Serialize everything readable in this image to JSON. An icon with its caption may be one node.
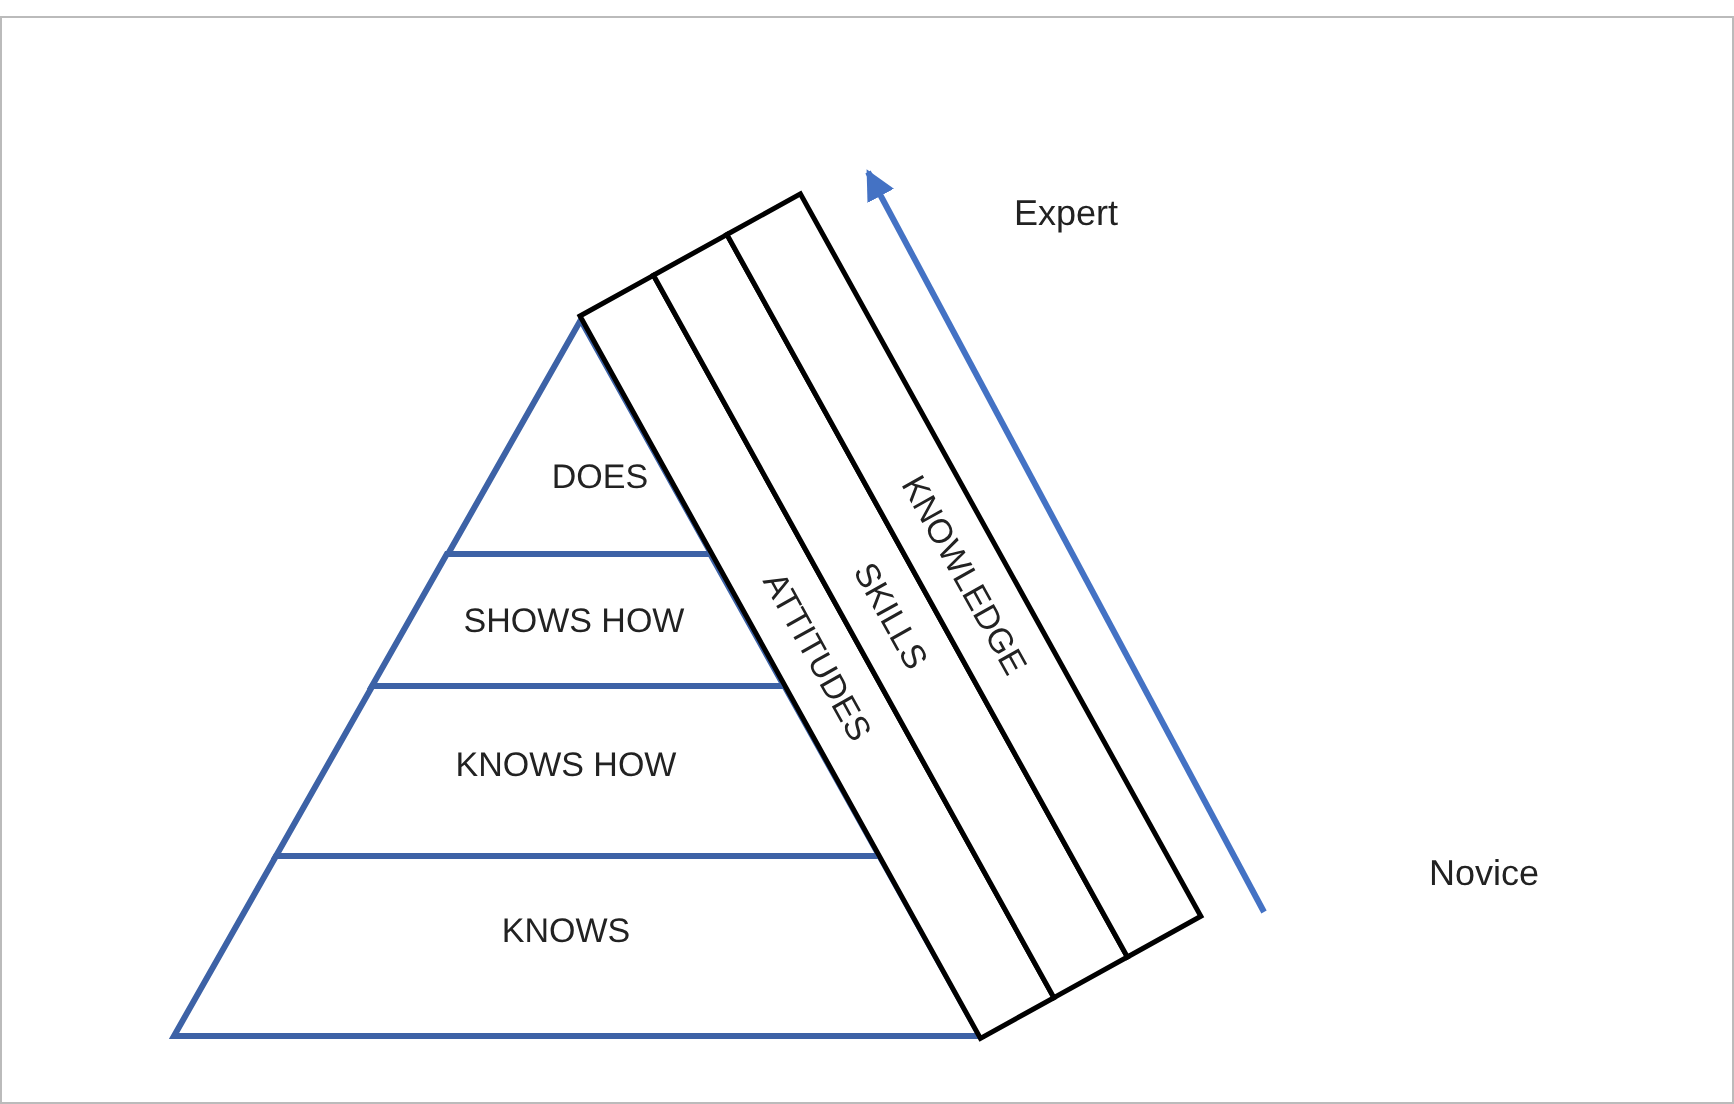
{
  "diagram": {
    "nodes": [
      {
        "text": [
          "DOES"
        ]
      },
      {
        "text": [
          "SHOWS HOW"
        ]
      },
      {
        "text": [
          "KNOWS HOW"
        ]
      },
      {
        "text": [
          "KNOWS"
        ]
      },
      {
        "text": [
          "ATTITUDES"
        ]
      },
      {
        "text": [
          "SKILLS"
        ]
      },
      {
        "text": [
          "KNOWLEDGE"
        ]
      }
    ],
    "labels": [
      "Expert",
      "Novice"
    ]
  }
}
